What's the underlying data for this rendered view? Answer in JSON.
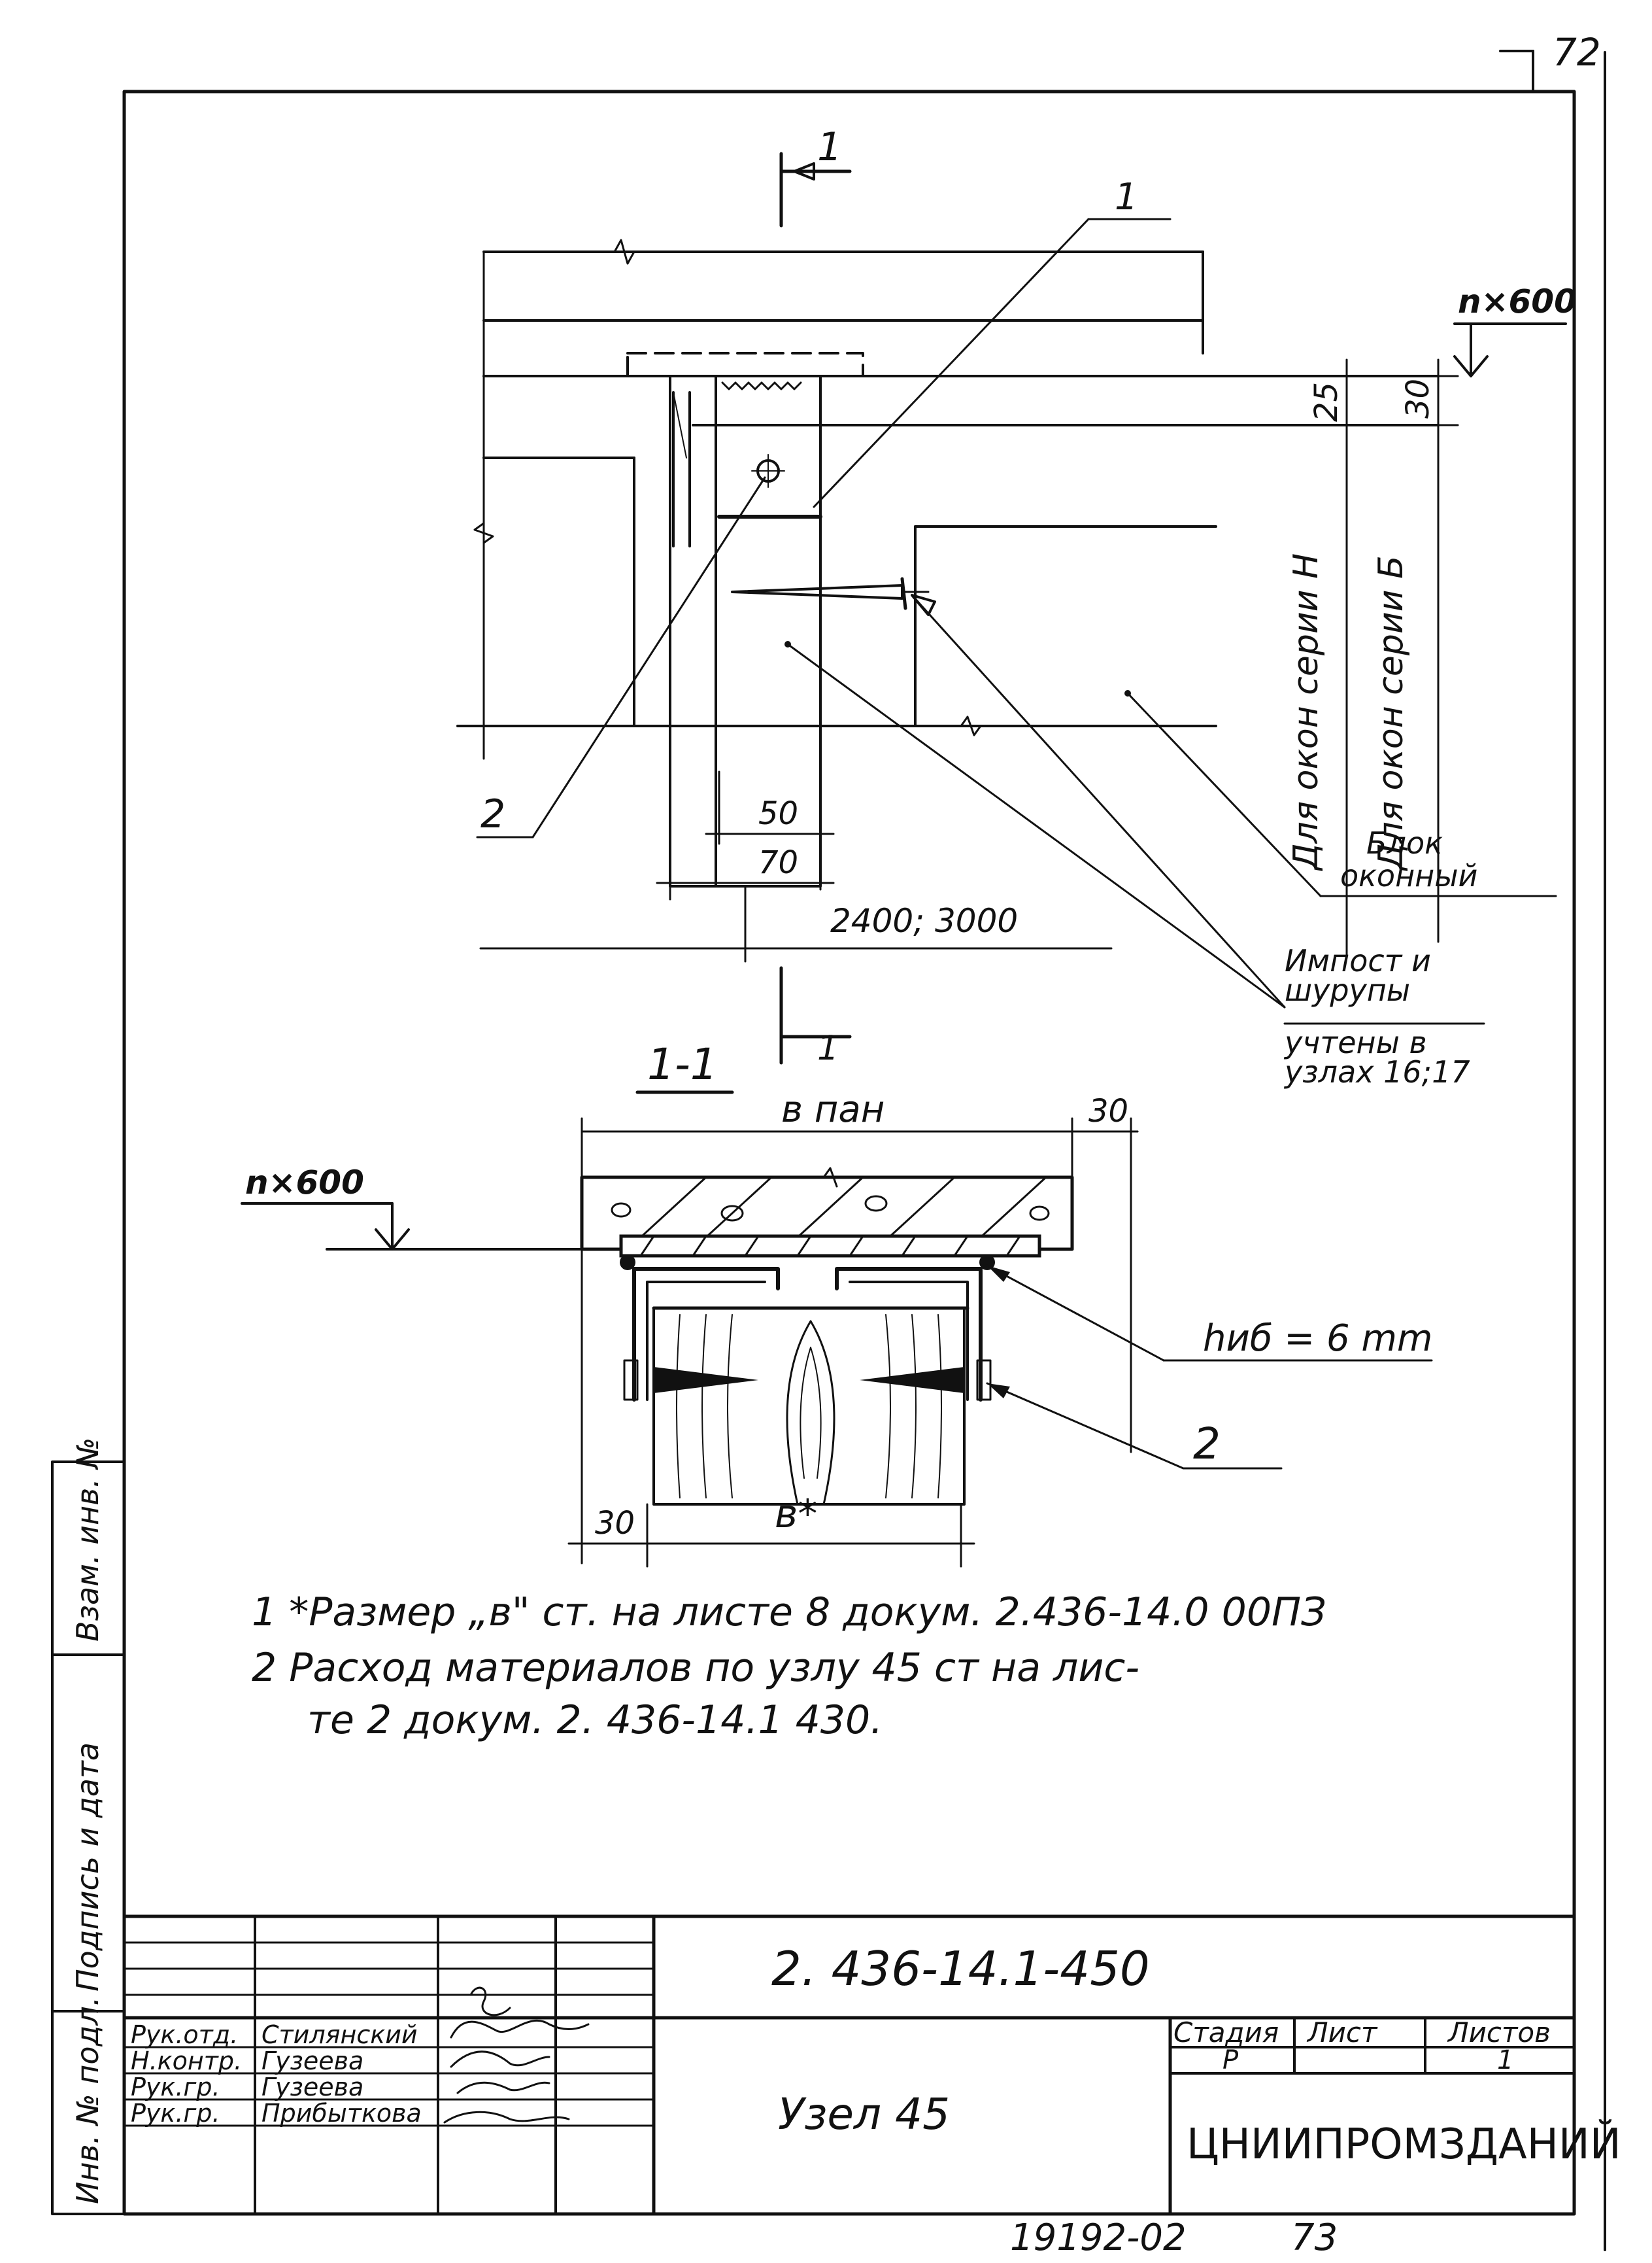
{
  "sheet": {
    "page_number": "72",
    "bottom_code": "19192-02",
    "bottom_number": "73"
  },
  "drawing": {
    "plan": {
      "section_mark": "1",
      "callout_1": "1",
      "callout_2": "2",
      "level": "n×600",
      "dim_25": "25",
      "dim_30": "30",
      "dim_50": "50",
      "dim_70": "70",
      "dim_span": "2400; 3000",
      "vertical_label_h": "Для окон серии Н",
      "vertical_label_b": "Для окон серии Б",
      "block_label_1": "Блок",
      "block_label_2": "оконный",
      "note_1": "Импост и",
      "note_2": "шурупы",
      "note_3": "учтены в",
      "note_4": "узлах 16;17"
    },
    "section": {
      "title": "1-1",
      "section_mark": "1",
      "width_label": "в пан",
      "dim_30_top": "30",
      "dim_30_bottom": "30",
      "level": "n×600",
      "weld_label": "hиб = 6 mm",
      "callout_2": "2",
      "b_star": "в*"
    }
  },
  "notes": [
    "1  *Размер „в\" ст. на листе  8 докум. 2.436-14.0 00ПЗ",
    "2  Расход  материалов  по узлу  45  ст  на  лис-",
    "те  2  докум.   2. 436-14.1 430."
  ],
  "side_stamp": {
    "vzam": "Взам. инв. №",
    "podpis": "Подпись и дата",
    "inv": "Инв. № подл."
  },
  "title_block": {
    "document_code": "2. 436-14.1-450",
    "title": "Узел 45",
    "org": "ЦНИИПРОМЗДАНИЙ",
    "stage_header": "Стадия",
    "sheet_header": "Лист",
    "sheets_header": "Листов",
    "stage_value": "Р",
    "sheets_value": "1",
    "staff": [
      {
        "role": "Рук.отд.",
        "name": "Стилянский"
      },
      {
        "role": "Н.контр.",
        "name": "Гузеева"
      },
      {
        "role": "Рук.гр.",
        "name": "Гузеева"
      },
      {
        "role": "Рук.гр.",
        "name": "Прибыткова"
      }
    ]
  }
}
